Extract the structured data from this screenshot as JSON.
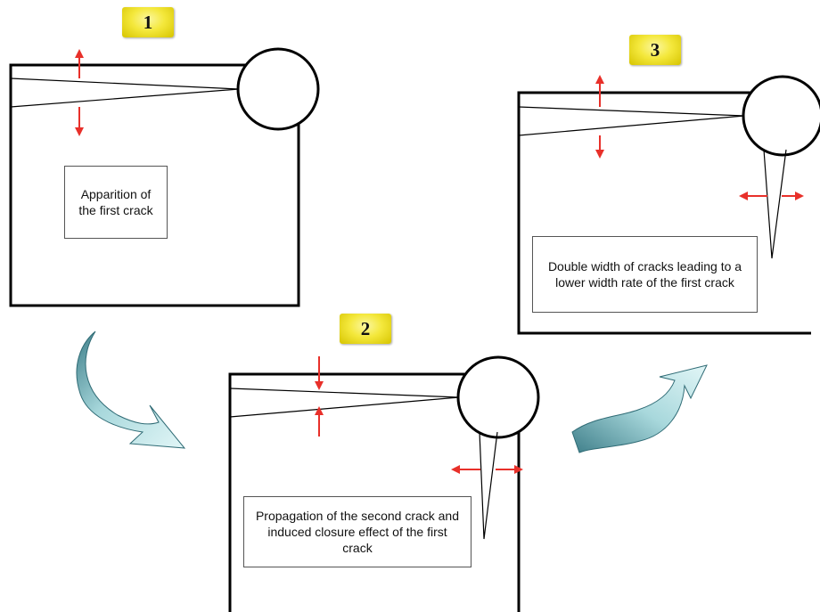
{
  "stages": [
    {
      "number": "1",
      "caption": "Apparition of the first crack"
    },
    {
      "number": "2",
      "caption": "Propagation of the second crack and induced closure effect of the first crack"
    },
    {
      "number": "3",
      "caption": "Double width of cracks leading to a lower width rate of the first crack"
    }
  ],
  "colors": {
    "arrow": "#e8302a",
    "badge": "#f4e83c",
    "curved_arrow_light": "#d8f0f2",
    "curved_arrow_dark": "#3f7f8a",
    "outline": "#000000"
  }
}
